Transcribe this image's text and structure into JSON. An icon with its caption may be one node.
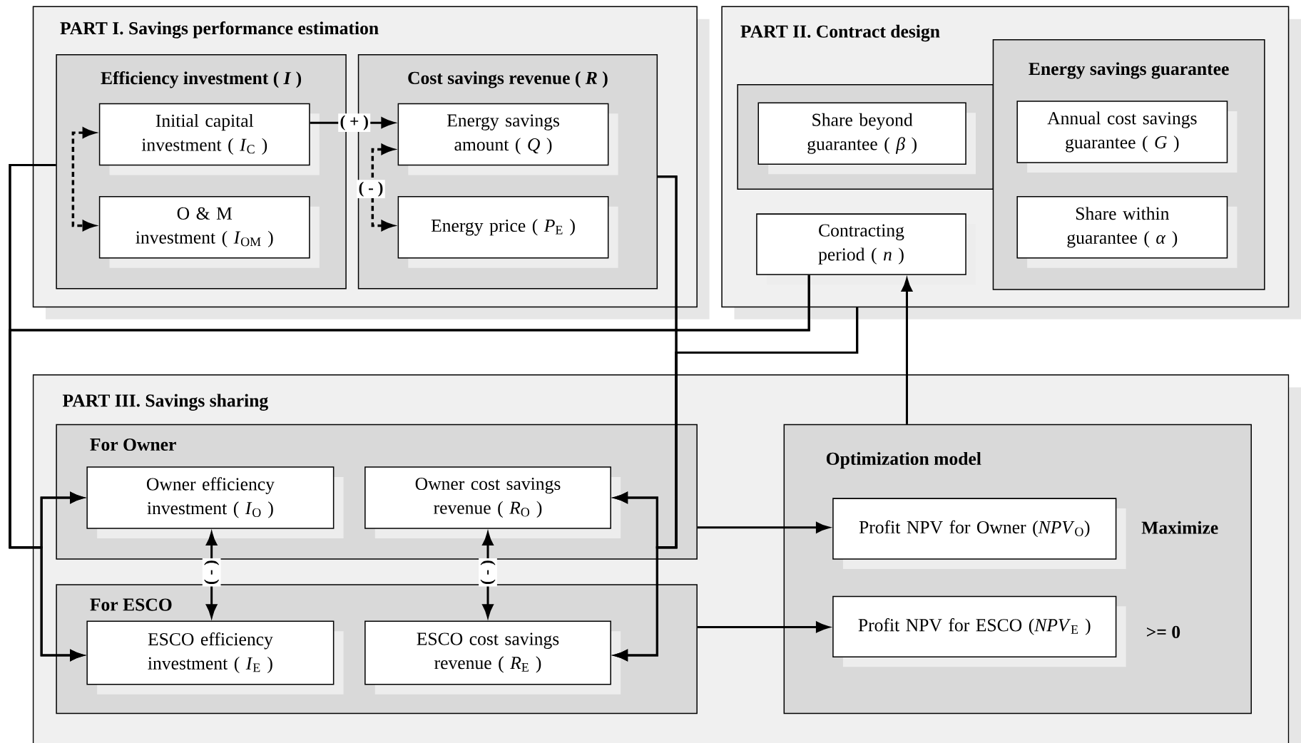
{
  "diagram": {
    "nodes": [
      {
        "text": [
          "PART I. Savings performance estimation"
        ]
      },
      {
        "text": [
          "Efficiency investment ( *I* )"
        ],
        "in": 0
      },
      {
        "text": [
          "Initial capital investment ( *I*$_{C}$ )"
        ],
        "in": 1
      },
      {
        "text": [
          "O & M investment ( *I*$_{OM}$ )"
        ],
        "in": 1
      },
      {
        "text": [
          "Cost savings revenue ( *R* )"
        ],
        "in": 0
      },
      {
        "text": [
          "Energy savings amount ( *Q* )"
        ],
        "in": 4
      },
      {
        "text": [
          "Energy price ( *P*$_{E}$ )"
        ],
        "in": 4
      },
      {
        "text": [
          "PART II. Contract design"
        ]
      },
      {
        "text": [],
        "shape": "box",
        "in": 7
      },
      {
        "text": [
          "Share beyond guarantee ( *β* )"
        ],
        "in": 8
      },
      {
        "text": [
          "Energy savings guarantee"
        ],
        "in": 7
      },
      {
        "text": [
          "Annual cost savings guarantee ( *G* )"
        ],
        "in": 10
      },
      {
        "text": [
          "Share within guarantee ( *α* )"
        ],
        "in": 10
      },
      {
        "text": [
          "Contracting period ( *n* )"
        ],
        "in": 7
      },
      {
        "text": [
          "PART III. Savings sharing"
        ]
      },
      {
        "text": [
          "For Owner"
        ],
        "in": 14
      },
      {
        "text": [
          "Owner efficiency investment ( *I*$_{O}$ )"
        ],
        "in": 15
      },
      {
        "text": [
          "Owner cost savings revenue ( *R*$_{O}$ )"
        ],
        "in": 15
      },
      {
        "text": [
          "For ESCO"
        ],
        "in": 14
      },
      {
        "text": [
          "ESCO efficiency investment ( *I*$_{E}$ )"
        ],
        "in": 18
      },
      {
        "text": [
          "ESCO cost savings revenue ( *R*$_{E}$ )"
        ],
        "in": 18
      },
      {
        "text": [
          "Optimization model"
        ],
        "in": 14
      },
      {
        "text": [
          "Profit NPV for Owner (*NPV*$_{O}$)"
        ],
        "in": 21,
        "beside": [
          "Maximize"
        ]
      },
      {
        "text": [
          "Profit NPV for ESCO (*NPV*$_{E}$ )"
        ],
        "in": 21,
        "beside": [
          ">= 0"
        ]
      }
    ],
    "edges": [
      {
        "from": 2,
        "to": 5,
        "arrow": "to",
        "label": "( + )"
      },
      {
        "from": 2,
        "to": 3,
        "arrow": "both",
        "style": "dashed"
      },
      {
        "from": 5,
        "to": 6,
        "arrow": "both",
        "style": "dashed",
        "label": "( - )"
      },
      {
        "from": 1,
        "to": 16,
        "arrow": "to"
      },
      {
        "from": 1,
        "to": 19,
        "arrow": "to"
      },
      {
        "from": 13,
        "to": 16,
        "arrow": "to"
      },
      {
        "from": 13,
        "to": 19,
        "arrow": "to"
      },
      {
        "from": 4,
        "to": 17,
        "arrow": "to"
      },
      {
        "from": 4,
        "to": 20,
        "arrow": "to"
      },
      {
        "from": 7,
        "to": 17,
        "arrow": "to"
      },
      {
        "from": 7,
        "to": 20,
        "arrow": "to"
      },
      {
        "from": 16,
        "to": 19,
        "arrow": "both",
        "label": "( - )"
      },
      {
        "from": 17,
        "to": 20,
        "arrow": "both",
        "label": "( - )"
      },
      {
        "from": 15,
        "to": 22,
        "arrow": "to"
      },
      {
        "from": 18,
        "to": 23,
        "arrow": "to"
      },
      {
        "from": 21,
        "to": 13,
        "arrow": "to"
      }
    ]
  }
}
